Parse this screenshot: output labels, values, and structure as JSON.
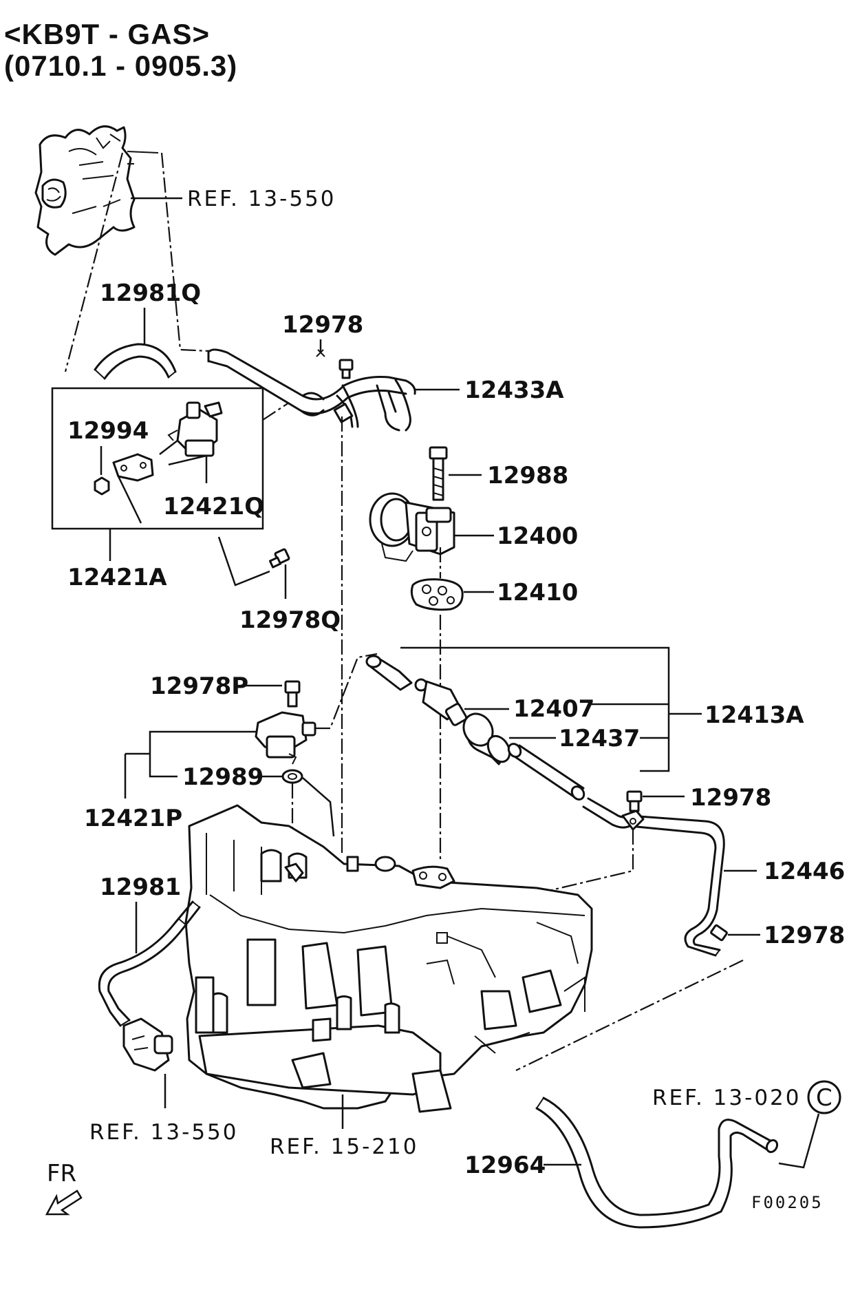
{
  "header": {
    "line1": "<KB9T - GAS>",
    "line2": "(0710.1 - 0905.3)"
  },
  "labels": {
    "ref_13_550_top": "REF. 13-550",
    "p12981Q": "12981Q",
    "p12978_top": "12978",
    "p12433A": "12433A",
    "p12994": "12994",
    "p12421Q": "12421Q",
    "p12988": "12988",
    "p12400": "12400",
    "p12421A": "12421A",
    "p12410": "12410",
    "p12978Q": "12978Q",
    "p12978P": "12978P",
    "p12407": "12407",
    "p12413A": "12413A",
    "p12437": "12437",
    "p12989": "12989",
    "p12421P": "12421P",
    "p12978_mid": "12978",
    "p12446": "12446",
    "p12981": "12981",
    "p12978_low": "12978",
    "ref_13_550_bottom": "REF. 13-550",
    "ref_15_210": "REF. 15-210",
    "ref_13_020": "REF. 13-020",
    "circle_c": "C",
    "p12964": "12964",
    "fr": "FR",
    "figure_code": "F00205"
  },
  "icons": {
    "front_arrow": "fr-arrow-icon"
  }
}
